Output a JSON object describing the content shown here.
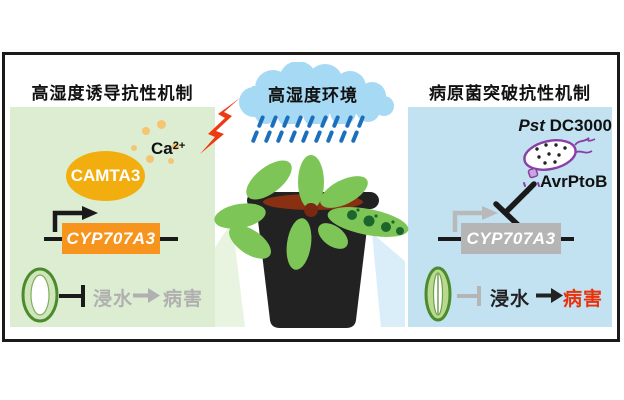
{
  "colors": {
    "panel_green": "#dcedd2",
    "panel_blue": "#c2e2f2",
    "accent_orange": "#f7941d",
    "camta3_yellow": "#f2ae0e",
    "inactive_gray": "#b5b5b5",
    "disease_red": "#e8320c",
    "rain_blue": "#1c6fbc",
    "cloud_blue": "#a6daf4",
    "leaf_green": "#7dc556",
    "lesion_green": "#1c662d",
    "bacterium_purple": "#8a3fa5",
    "lightning_red": "#ee3a10",
    "ink": "#1a1a1a"
  },
  "left_panel": {
    "title": "高湿度诱导抗性机制",
    "calcium": {
      "base": "Ca",
      "sup": "2+"
    },
    "tf_label": "CAMTA3",
    "gene_label": "CYP707A3",
    "flooding_label": "浸水",
    "disease_label": "病害"
  },
  "center": {
    "cloud_label": "高湿度环境",
    "rain": {
      "rows": 2,
      "dashes_per_row": 9
    }
  },
  "right_panel": {
    "title": "病原菌突破抗性机制",
    "pathogen": {
      "genus": "Pst",
      "strain": "DC3000"
    },
    "effector_label": "AvrPtoB",
    "gene_label": "CYP707A3",
    "flooding_label": "浸水",
    "disease_label": "病害"
  }
}
